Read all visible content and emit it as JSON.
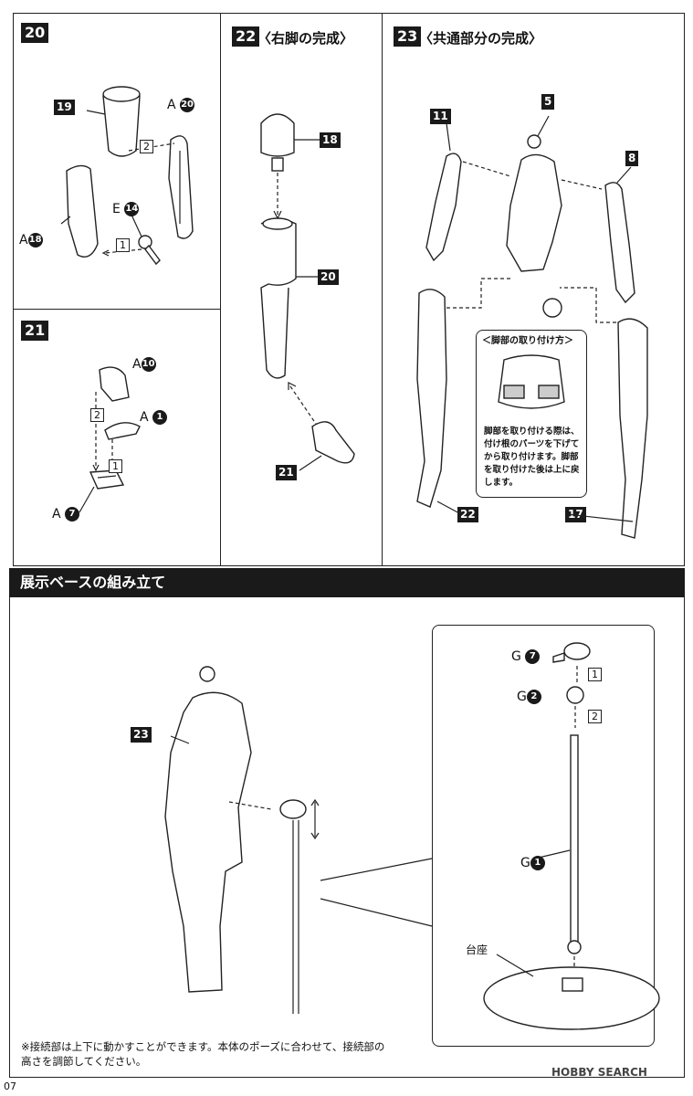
{
  "steps": {
    "s20": {
      "num": "20",
      "title": ""
    },
    "s21": {
      "num": "21",
      "title": ""
    },
    "s22": {
      "num": "22",
      "title": "〈右脚の完成〉"
    },
    "s23": {
      "num": "23",
      "title": "〈共通部分の完成〉"
    }
  },
  "step20": {
    "tag19": "19",
    "tag18": "18",
    "tag20": "20",
    "tag14": "14",
    "label_a20_prefix": "A",
    "label_a20_num": "20",
    "label_a18_prefix": "A",
    "label_a18_num": "18",
    "label_e14_prefix": "E",
    "label_e14_num": "14",
    "box1": "1",
    "box2": "2"
  },
  "step21": {
    "label_a10_prefix": "A",
    "label_a10_num": "10",
    "label_a1_prefix": "A",
    "label_a1_num": "1",
    "label_a7_prefix": "A",
    "label_a7_num": "7",
    "box1": "1",
    "box2": "2"
  },
  "step22": {
    "tag18": "18",
    "tag20": "20",
    "tag21": "21"
  },
  "step23": {
    "tag11": "11",
    "tag5": "5",
    "tag8": "8",
    "tag22": "22",
    "tag17": "17",
    "callout_title": "＜脚部の取り付け方＞",
    "callout_text": "脚部を取り付ける際は、付け根のパーツを下げてから取り付けます。脚部を取り付けた後は上に戻します。"
  },
  "base_section": {
    "title": "展示ベースの組み立て",
    "tag23": "23",
    "label_g7_prefix": "G",
    "label_g7_num": "7",
    "label_g2_prefix": "G",
    "label_g2_num": "2",
    "label_g1_prefix": "G",
    "label_g1_num": "1",
    "box1": "1",
    "box2": "2",
    "base_label": "台座",
    "note": "※接続部は上下に動かすことができます。本体のポーズに合わせて、接続部の高さを調節してください。"
  },
  "footer": {
    "page_number": "07",
    "watermark": "HOBBY SEARCH"
  }
}
